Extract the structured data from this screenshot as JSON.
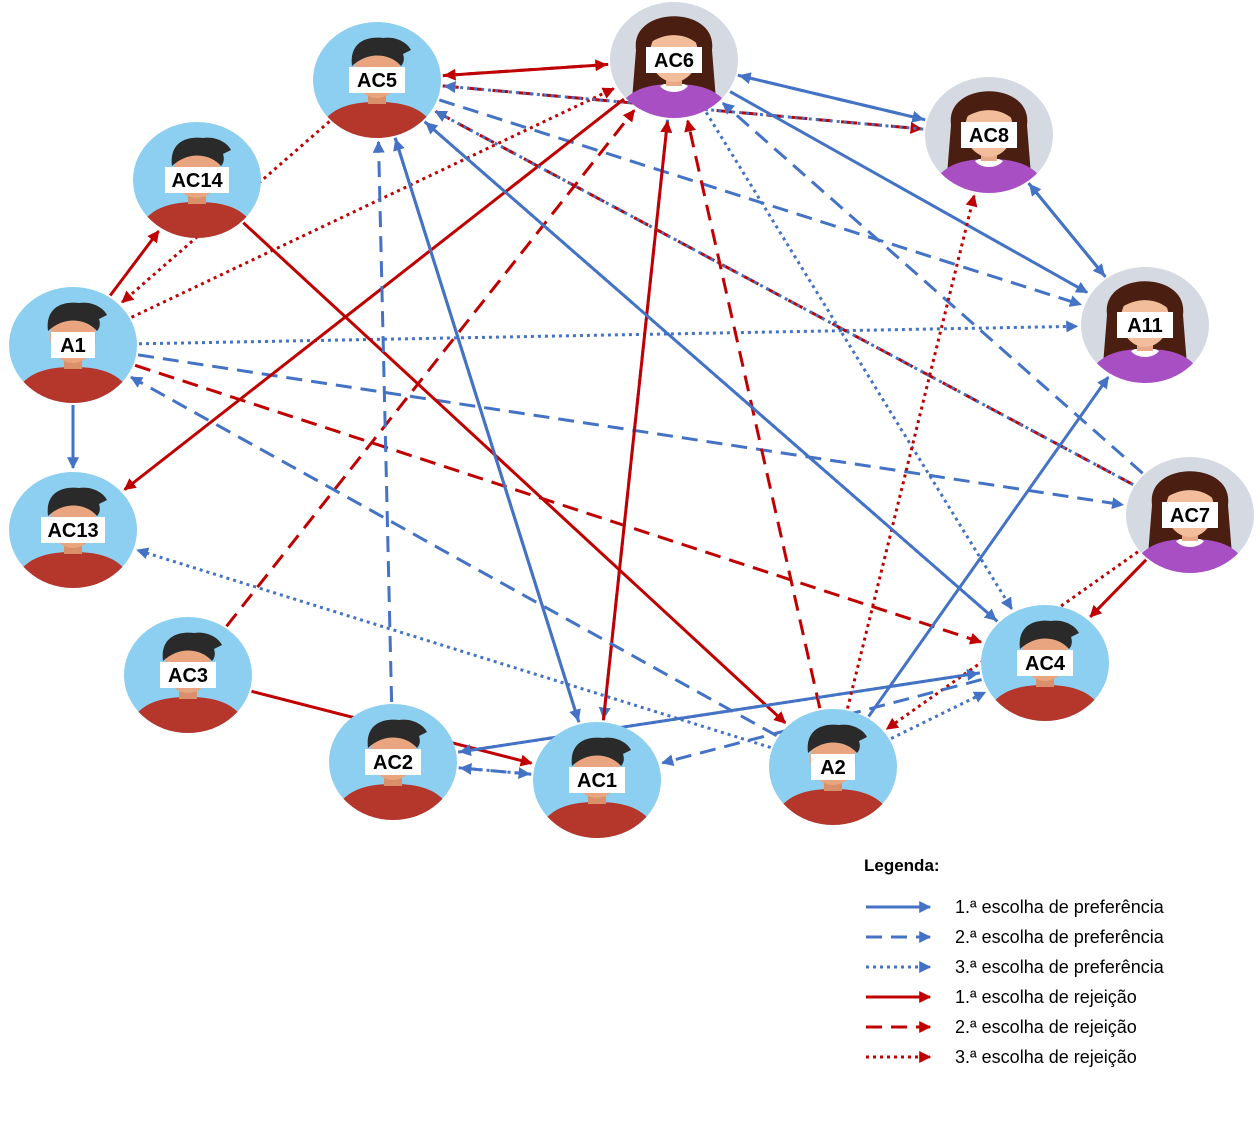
{
  "colors": {
    "preference": "#4472c4",
    "rejection": "#c00000",
    "ring_male": "#8ccff0",
    "ring_female": "#d5dae2"
  },
  "nodes": [
    {
      "id": "AC5",
      "label": "AC5",
      "gender": "male"
    },
    {
      "id": "AC6",
      "label": "AC6",
      "gender": "female"
    },
    {
      "id": "AC8",
      "label": "AC8",
      "gender": "female"
    },
    {
      "id": "AC14",
      "label": "AC14",
      "gender": "male"
    },
    {
      "id": "A1",
      "label": "A1",
      "gender": "male"
    },
    {
      "id": "A11",
      "label": "A11",
      "gender": "female"
    },
    {
      "id": "AC13",
      "label": "AC13",
      "gender": "male"
    },
    {
      "id": "AC7",
      "label": "AC7",
      "gender": "female"
    },
    {
      "id": "AC3",
      "label": "AC3",
      "gender": "male"
    },
    {
      "id": "AC4",
      "label": "AC4",
      "gender": "male"
    },
    {
      "id": "AC2",
      "label": "AC2",
      "gender": "male"
    },
    {
      "id": "AC1",
      "label": "AC1",
      "gender": "male"
    },
    {
      "id": "A2",
      "label": "A2",
      "gender": "male"
    }
  ],
  "edges": [
    {
      "from": "A1",
      "to": "AC13",
      "kind": "preference",
      "rank": 1
    },
    {
      "from": "A1",
      "to": "AC14",
      "kind": "rejection",
      "rank": 1
    },
    {
      "from": "A1",
      "to": "AC6",
      "kind": "rejection",
      "rank": 3
    },
    {
      "from": "A1",
      "to": "A11",
      "kind": "preference",
      "rank": 3
    },
    {
      "from": "A1",
      "to": "AC7",
      "kind": "preference",
      "rank": 2
    },
    {
      "from": "A1",
      "to": "AC4",
      "kind": "rejection",
      "rank": 2
    },
    {
      "from": "AC5",
      "to": "AC6",
      "kind": "rejection",
      "rank": 1
    },
    {
      "from": "AC6",
      "to": "AC5",
      "kind": "rejection",
      "rank": 2
    },
    {
      "from": "AC5",
      "to": "A1",
      "kind": "rejection",
      "rank": 3
    },
    {
      "from": "AC5",
      "to": "AC8",
      "kind": "rejection",
      "rank": 2
    },
    {
      "from": "AC5",
      "to": "A11",
      "kind": "preference",
      "rank": 2
    },
    {
      "from": "AC5",
      "to": "AC4",
      "kind": "preference",
      "rank": 3
    },
    {
      "from": "AC5",
      "to": "AC1",
      "kind": "preference",
      "rank": 1
    },
    {
      "from": "AC6",
      "to": "AC8",
      "kind": "preference",
      "rank": 1
    },
    {
      "from": "AC8",
      "to": "AC6",
      "kind": "preference",
      "rank": 2
    },
    {
      "from": "AC8",
      "to": "AC5",
      "kind": "preference",
      "rank": 3
    },
    {
      "from": "AC6",
      "to": "AC13",
      "kind": "rejection",
      "rank": 1
    },
    {
      "from": "AC6",
      "to": "AC1",
      "kind": "preference",
      "rank": 2
    },
    {
      "from": "AC6",
      "to": "A11",
      "kind": "preference",
      "rank": 1
    },
    {
      "from": "AC6",
      "to": "AC4",
      "kind": "preference",
      "rank": 3
    },
    {
      "from": "AC8",
      "to": "A11",
      "kind": "preference",
      "rank": 1
    },
    {
      "from": "A11",
      "to": "AC8",
      "kind": "preference",
      "rank": 1
    },
    {
      "from": "AC14",
      "to": "A2",
      "kind": "rejection",
      "rank": 1
    },
    {
      "from": "AC7",
      "to": "AC5",
      "kind": "rejection",
      "rank": 2
    },
    {
      "from": "AC7",
      "to": "AC6",
      "kind": "preference",
      "rank": 2
    },
    {
      "from": "AC7",
      "to": "AC4",
      "kind": "rejection",
      "rank": 1
    },
    {
      "from": "AC7",
      "to": "A2",
      "kind": "rejection",
      "rank": 3
    },
    {
      "from": "AC7",
      "to": "AC5",
      "kind": "preference",
      "rank": 3
    },
    {
      "from": "AC3",
      "to": "AC6",
      "kind": "rejection",
      "rank": 2
    },
    {
      "from": "AC3",
      "to": "AC1",
      "kind": "rejection",
      "rank": 1
    },
    {
      "from": "AC2",
      "to": "AC4",
      "kind": "preference",
      "rank": 1
    },
    {
      "from": "AC2",
      "to": "AC5",
      "kind": "preference",
      "rank": 2
    },
    {
      "from": "AC2",
      "to": "AC1",
      "kind": "preference",
      "rank": 3
    },
    {
      "from": "AC1",
      "to": "AC6",
      "kind": "rejection",
      "rank": 1
    },
    {
      "from": "AC1",
      "to": "AC2",
      "kind": "preference",
      "rank": 2
    },
    {
      "from": "AC1",
      "to": "AC5",
      "kind": "preference",
      "rank": 1
    },
    {
      "from": "A2",
      "to": "AC4",
      "kind": "preference",
      "rank": 3
    },
    {
      "from": "A2",
      "to": "AC13",
      "kind": "preference",
      "rank": 3
    },
    {
      "from": "A2",
      "to": "A11",
      "kind": "preference",
      "rank": 1
    },
    {
      "from": "A2",
      "to": "AC8",
      "kind": "rejection",
      "rank": 3
    },
    {
      "from": "A2",
      "to": "AC6",
      "kind": "rejection",
      "rank": 2
    },
    {
      "from": "A2",
      "to": "A1",
      "kind": "preference",
      "rank": 2
    },
    {
      "from": "AC4",
      "to": "AC1",
      "kind": "preference",
      "rank": 2
    },
    {
      "from": "AC4",
      "to": "AC2",
      "kind": "preference",
      "rank": 3
    },
    {
      "from": "AC4",
      "to": "AC5",
      "kind": "preference",
      "rank": 1
    }
  ],
  "legend": {
    "title": "Legenda:",
    "items": [
      {
        "label": "1.ª escolha de preferência",
        "kind": "preference",
        "rank": 1
      },
      {
        "label": "2.ª escolha de preferência",
        "kind": "preference",
        "rank": 2
      },
      {
        "label": "3.ª escolha de preferência",
        "kind": "preference",
        "rank": 3
      },
      {
        "label": "1.ª escolha de rejeição",
        "kind": "rejection",
        "rank": 1
      },
      {
        "label": "2.ª escolha de rejeição",
        "kind": "rejection",
        "rank": 2
      },
      {
        "label": "3.ª escolha de rejeição",
        "kind": "rejection",
        "rank": 3
      }
    ]
  }
}
